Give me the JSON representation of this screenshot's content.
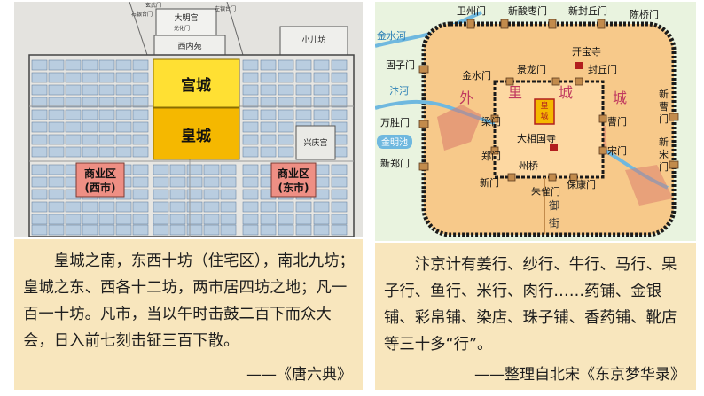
{
  "left_map": {
    "palace_city": "宫城",
    "imperial_city": "皇城",
    "west_market": {
      "line1": "商业区",
      "line2": "(西市)"
    },
    "east_market": {
      "line1": "商业区",
      "line2": "(东市)"
    },
    "daming_palace": "大明宫",
    "west_garden": "西内苑",
    "xiao_er_fang": "小儿坊",
    "xingqing_palace": "兴庆宫",
    "guanghua_gate": "光化门",
    "xuanwu_gate": "玄武门",
    "zuoyin_gate": "左银台门",
    "youyin_gate": "右银台门"
  },
  "left_caption": {
    "text": "皇城之南，东西十坊（住宅区），南北九坊；皇城之东、西各十二坊，两市居四坊之地；凡一百一十坊。凡市，当以午时击鼓二百下而众大会，日入前七刻击钲三百下散。",
    "source": "——《唐六典》"
  },
  "right_map": {
    "weizhou_gate": "卫州门",
    "xinsuanzao_gate": "新酸枣门",
    "xinfengqiu_gate": "新封丘门",
    "chenqiao_gate": "陈桥门",
    "jinshui_river": "金水河",
    "guzi_gate": "固子门",
    "kaibao_temple": "开宝寺",
    "jinshui_gate": "金水门",
    "jinglong_gate": "景龙门",
    "fengqiu_gate": "封丘门",
    "wai_char": "外",
    "li_char": "里",
    "cheng_char1": "城",
    "cheng_char2": "城",
    "bian_river": "汴河",
    "wansheng_gate": "万胜门",
    "liang_gate": "梁门",
    "imperial_city": "皇城",
    "xin_cao_gate": "新曹门",
    "cao_gate": "曹门",
    "daxiangguo_temple": "大相国寺",
    "song_gate": "宋门",
    "jinmingchi": "金明池",
    "zheng_gate": "郑门",
    "zhouqiao": "州桥",
    "xinzheng_gate": "新郑门",
    "new_song_gate": "新宋门",
    "xin_gate": "新门",
    "zhuque_gate": "朱雀门",
    "baokang_gate": "保康门",
    "yu": "御",
    "jie": "街"
  },
  "right_caption": {
    "text": "汴京计有姜行、纱行、牛行、马行、果子行、鱼行、米行、肉行……药铺、金银铺、彩帛铺、染店、珠子铺、香药铺、靴店等三十多“行”。",
    "source": "——整理自北宋《东京梦华录》"
  },
  "colors": {
    "palace_yellow": "#ffe033",
    "imperial_gold": "#f5b800",
    "market_red": "#ee8f84",
    "ward_blue": "#b9cde0",
    "outer_city_fill": "#f7c98a",
    "inner_city_fill": "#fdd8a2",
    "wall": "#1a1a1a",
    "caption_bg": "#f8e6bd"
  }
}
